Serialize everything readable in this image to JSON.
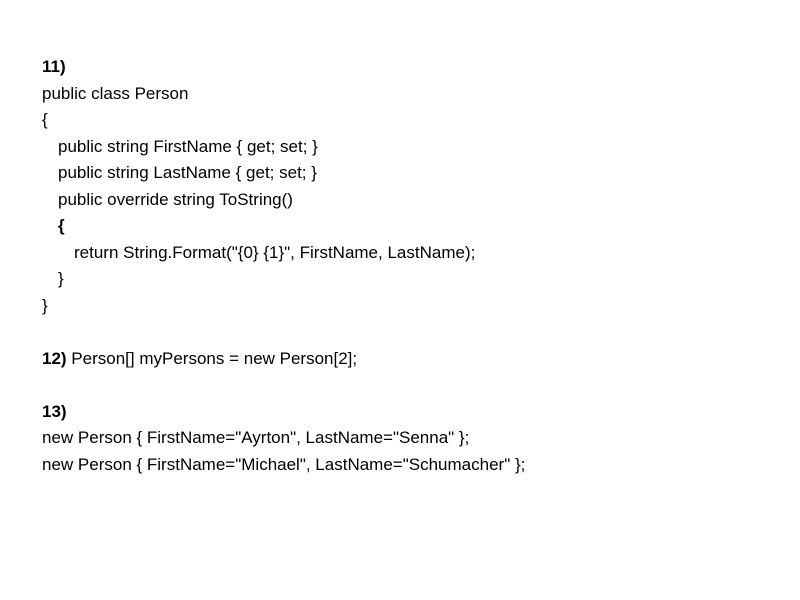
{
  "sections": {
    "s11": {
      "number": "11)",
      "lines": [
        "public class Person",
        "{",
        "public string FirstName { get; set; }",
        "public string LastName { get; set; }",
        "public override string ToString()",
        "{",
        "return String.Format(\"{0} {1}\", FirstName, LastName);",
        "}",
        "}"
      ]
    },
    "s12": {
      "number": "12)",
      "code": " Person[] myPersons = new Person[2];"
    },
    "s13": {
      "number": "13)",
      "lines": [
        "new Person { FirstName=\"Ayrton\", LastName=\"Senna\" };",
        "new Person { FirstName=\"Michael\", LastName=\"Schumacher\" };"
      ]
    }
  }
}
